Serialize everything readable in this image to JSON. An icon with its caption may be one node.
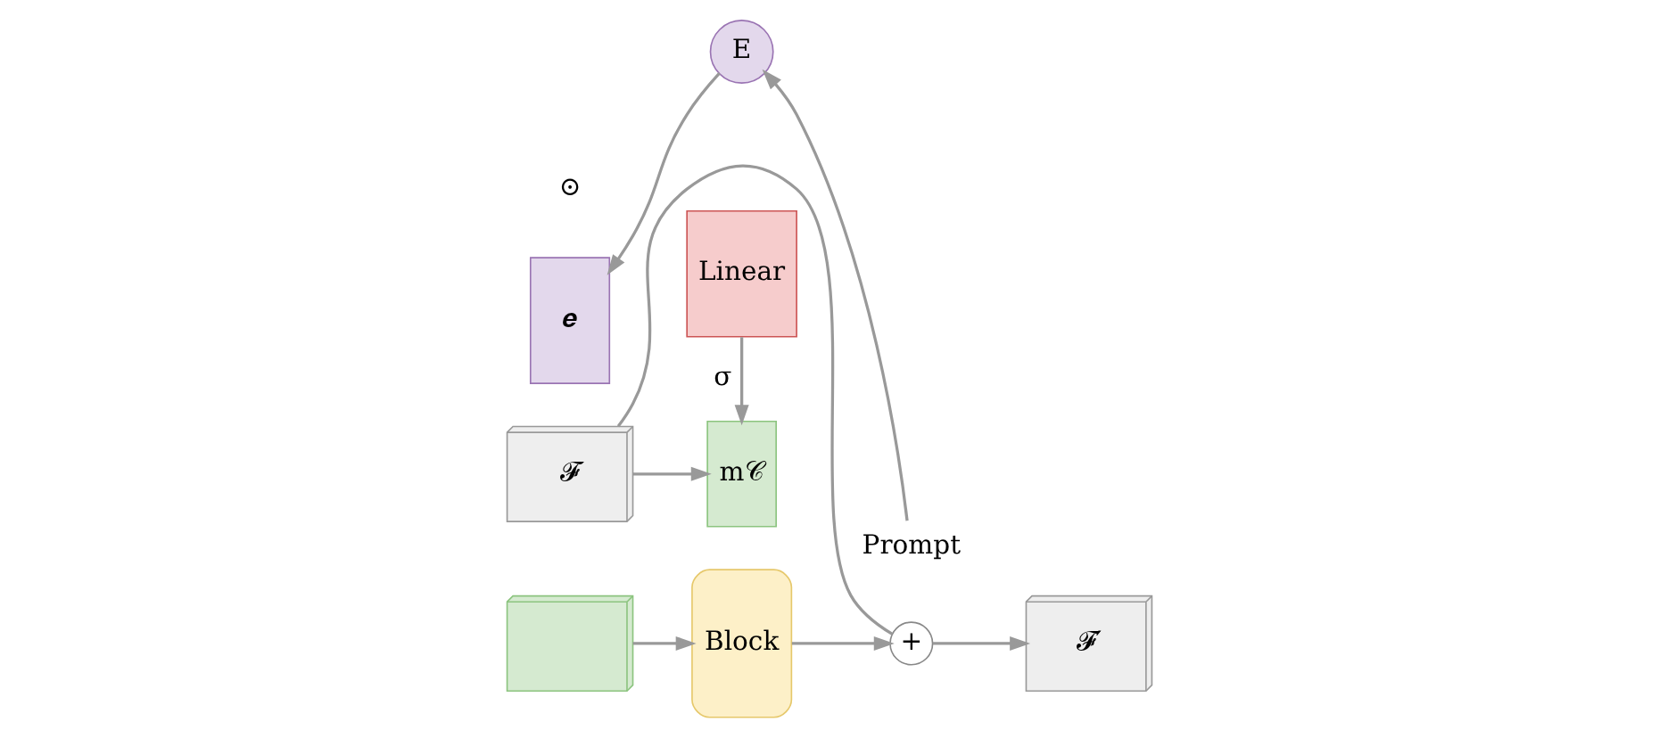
{
  "diagram": {
    "nodes": [
      {
        "text": [
          "𝓕"
        ]
      },
      {
        "text": [
          "m𝒞"
        ]
      },
      {
        "text": [],
        "shape": "box"
      },
      {
        "text": [
          "Block"
        ]
      },
      {
        "text": [
          "+"
        ]
      },
      {
        "text": [
          "𝓕′"
        ]
      },
      {
        "text": [
          "Linear"
        ]
      },
      {
        "text": [
          "𝒆"
        ]
      },
      {
        "text": [
          "E"
        ]
      },
      {
        "text": [
          "Prompt"
        ]
      }
    ],
    "edges": [
      {
        "from": 0,
        "to": 1,
        "arrow": "to"
      },
      {
        "from": 0,
        "to": 4,
        "arrow": "none"
      },
      {
        "from": 2,
        "to": 3,
        "arrow": "to"
      },
      {
        "from": 3,
        "to": 4,
        "arrow": "to"
      },
      {
        "from": 4,
        "to": 5,
        "arrow": "to"
      },
      {
        "from": 6,
        "to": 1,
        "arrow": "to",
        "label": "σ"
      },
      {
        "from": 8,
        "to": 7,
        "arrow": "to"
      },
      {
        "from": 9,
        "to": 8,
        "arrow": "to"
      }
    ],
    "labels": [
      "⊙"
    ]
  }
}
